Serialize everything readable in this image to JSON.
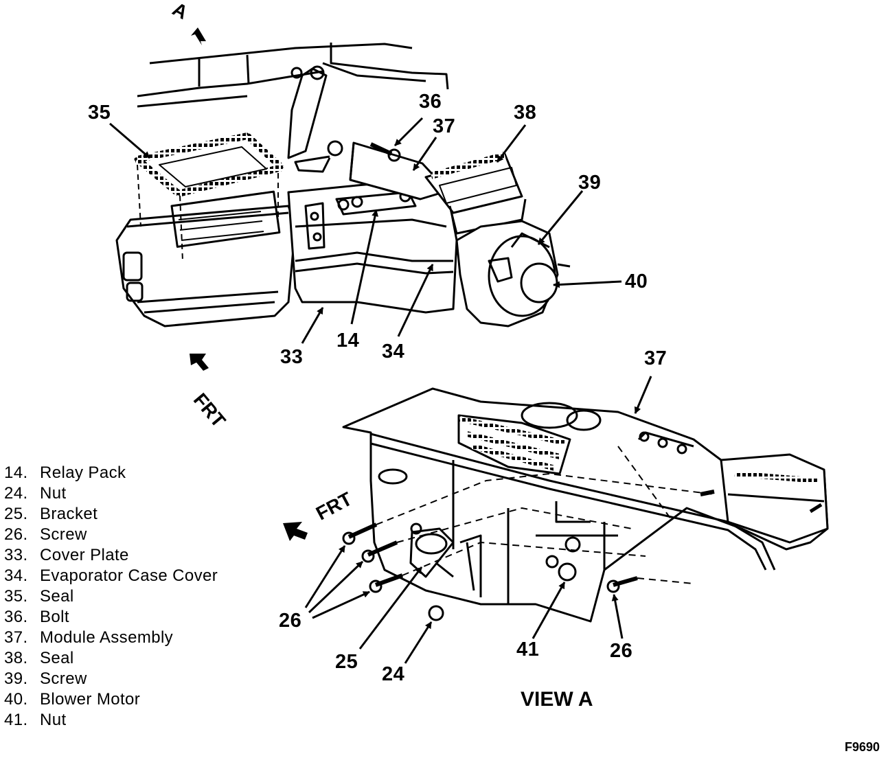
{
  "callouts": {
    "c35": "35",
    "c36": "36",
    "c37_top": "37",
    "c38": "38",
    "c39": "39",
    "c40": "40",
    "c33": "33",
    "c14": "14",
    "c34": "34",
    "c37_view": "37",
    "c26_left": "26",
    "c25": "25",
    "c24": "24",
    "c41": "41",
    "c26_right": "26"
  },
  "direction_labels": {
    "view_arrow": "A",
    "front_top": "FRT",
    "front_view": "FRT"
  },
  "legend": [
    {
      "num": "14.",
      "label": "Relay Pack"
    },
    {
      "num": "24.",
      "label": "Nut"
    },
    {
      "num": "25.",
      "label": "Bracket"
    },
    {
      "num": "26.",
      "label": "Screw"
    },
    {
      "num": "33.",
      "label": "Cover Plate"
    },
    {
      "num": "34.",
      "label": "Evaporator Case Cover"
    },
    {
      "num": "35.",
      "label": "Seal"
    },
    {
      "num": "36.",
      "label": "Bolt"
    },
    {
      "num": "37.",
      "label": "Module Assembly"
    },
    {
      "num": "38.",
      "label": "Seal"
    },
    {
      "num": "39.",
      "label": "Screw"
    },
    {
      "num": "40.",
      "label": "Blower Motor"
    },
    {
      "num": "41.",
      "label": "Nut"
    }
  ],
  "view_title": "VIEW A",
  "figure_id": "F9690"
}
